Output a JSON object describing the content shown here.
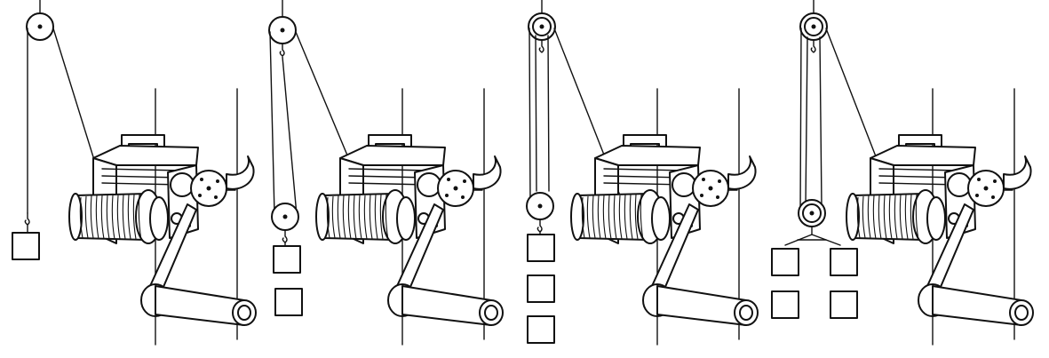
{
  "figure": {
    "panels": [
      {
        "id": "panel-1",
        "pulley_strands": 1,
        "weights": 1
      },
      {
        "id": "panel-2",
        "pulley_strands": 2,
        "weights": 2
      },
      {
        "id": "panel-3",
        "pulley_strands": 3,
        "weights": 3
      },
      {
        "id": "panel-4",
        "pulley_strands": 4,
        "weights": 4
      }
    ],
    "colors": {
      "ink": "#111111",
      "paper": "#ffffff"
    },
    "icons": [
      "pulley-wheel-icon",
      "hook-icon",
      "weight-block-icon",
      "hand-winch-icon",
      "crank-handle-icon"
    ]
  }
}
